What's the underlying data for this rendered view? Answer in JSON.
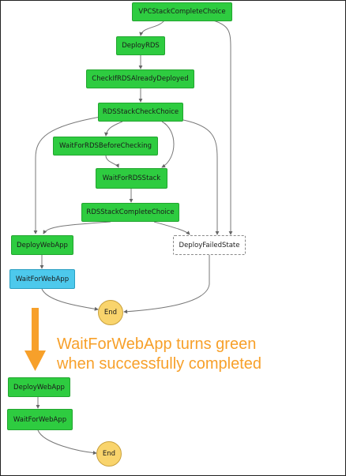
{
  "nodes": {
    "vpc_choice": "VPCStackCompleteChoice",
    "deploy_rds": "DeployRDS",
    "check_rds": "CheckIfRDSAlreadyDeployed",
    "rds_check_choice": "RDSStackCheckChoice",
    "wait_before_checking": "WaitForRDSBeforeChecking",
    "wait_rds_stack": "WaitForRDSStack",
    "rds_complete_choice": "RDSStackCompleteChoice",
    "deploy_webapp": "DeployWebApp",
    "deploy_failed": "DeployFailedState",
    "wait_webapp": "WaitForWebApp",
    "end": "End"
  },
  "annotation": {
    "line1": "WaitForWebApp turns green",
    "line2": "when successfully completed"
  },
  "after": {
    "deploy_webapp": "DeployWebApp",
    "wait_webapp": "WaitForWebApp",
    "end": "End"
  },
  "colors": {
    "succeeded": "#2ecc40",
    "in_progress": "#4dc9ec",
    "not_run": "#ffffff",
    "end": "#f9d46c",
    "annotation": "#f7a02a"
  }
}
